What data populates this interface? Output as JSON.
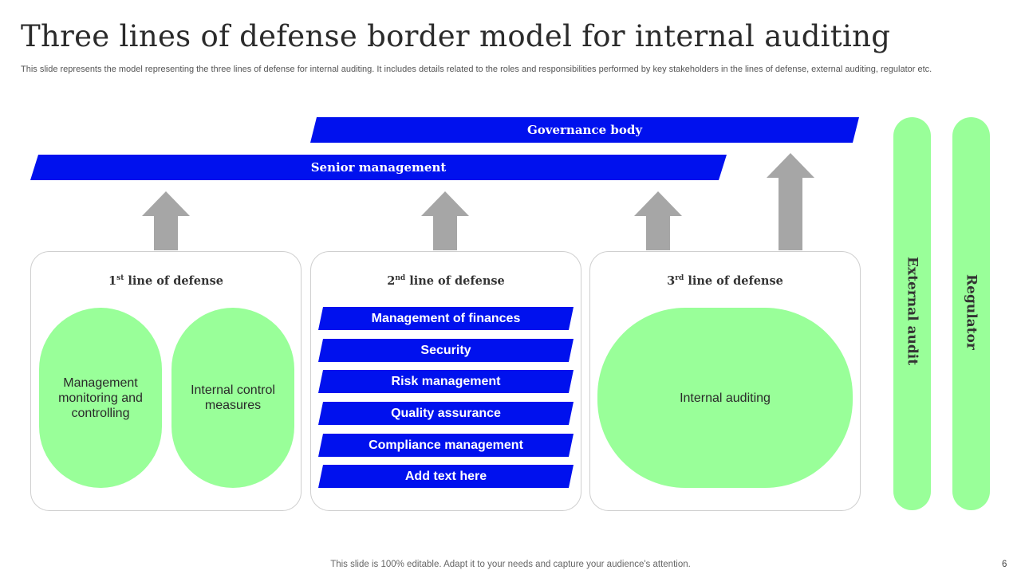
{
  "title": "Three lines of defense border model for internal auditing",
  "subtitle": "This slide represents the model representing the three lines of defense for internal auditing. It includes details related to the roles and responsibilities performed by key stakeholders in the lines of defense, external auditing, regulator etc.",
  "bars": {
    "governance": "Governance body",
    "senior": "Senior management"
  },
  "lines": [
    {
      "num": "1",
      "sup": "st",
      "label": " line of defense",
      "items": [
        "Management monitoring and controlling",
        "Internal control measures"
      ]
    },
    {
      "num": "2",
      "sup": "nd",
      "label": " line of defense",
      "items": [
        "Management of finances",
        "Security",
        "Risk management",
        "Quality assurance",
        "Compliance management",
        "Add text here"
      ]
    },
    {
      "num": "3",
      "sup": "rd",
      "label": " line of defense",
      "items": [
        "Internal auditing"
      ]
    }
  ],
  "side": {
    "external": "External audit",
    "regulator": "Regulator"
  },
  "footer": "This slide is 100% editable. Adapt it to your needs and capture your audience's attention.",
  "page_number": "6",
  "colors": {
    "blue": "#0011ee",
    "green": "#99ff99",
    "arrow": "#a6a6a6"
  }
}
